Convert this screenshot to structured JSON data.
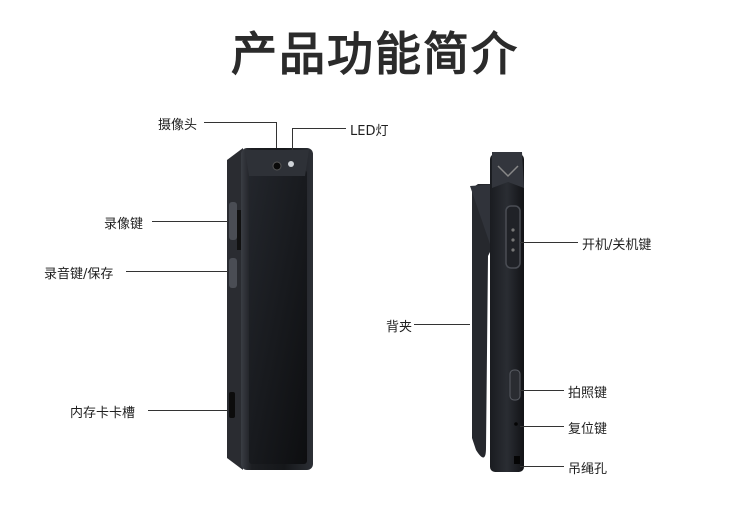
{
  "title": "产品功能简介",
  "front_labels": {
    "camera": "摄像头",
    "led": "LED灯",
    "record_video": "录像键",
    "record_audio_save": "录音键/保存",
    "card_slot": "内存卡卡槽"
  },
  "side_labels": {
    "power": "开机/关机键",
    "back_clip": "背夹",
    "photo": "拍照键",
    "reset": "复位键",
    "lanyard_hole": "吊绳孔"
  }
}
